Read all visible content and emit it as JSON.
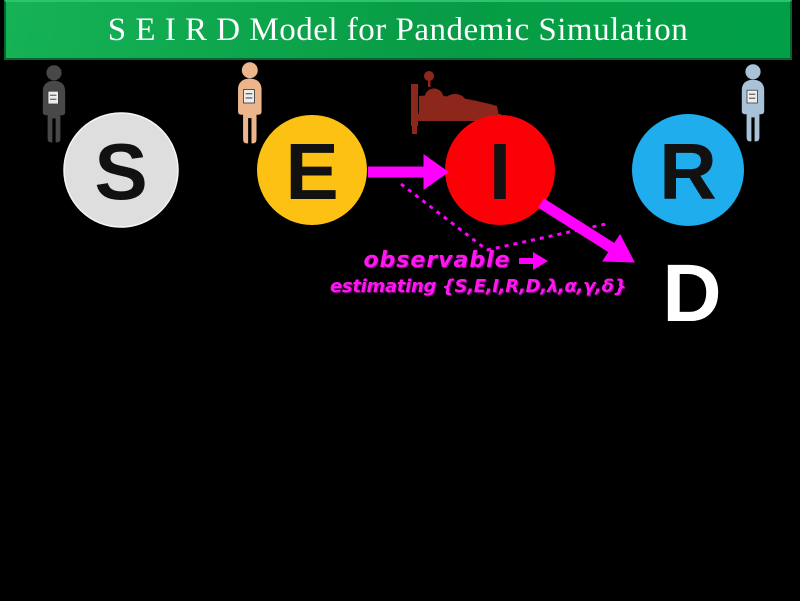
{
  "title": "S E I R D Model for Pandemic Simulation",
  "colors": {
    "background": "#000000",
    "banner_gradient_left": "#16b257",
    "banner_gradient_right": "#01a046",
    "banner_border": "#07642e",
    "title_text": "#ffffff",
    "accent_magenta": "#ff00ff",
    "node_letter": "#111111"
  },
  "nodes": [
    {
      "id": "S",
      "label": "S",
      "fill": "#dedede",
      "label_color": "#111111"
    },
    {
      "id": "E",
      "label": "E",
      "fill": "#fdc113",
      "label_color": "#111111"
    },
    {
      "id": "I",
      "label": "I",
      "fill": "#fb0107",
      "label_color": "#111111"
    },
    {
      "id": "R",
      "label": "R",
      "fill": "#1fadee",
      "label_color": "#111111"
    },
    {
      "id": "D",
      "label": "D",
      "fill": "none",
      "label_color": "#ffffff"
    }
  ],
  "icons": [
    {
      "name": "susceptible-person-icon",
      "color": "#484848"
    },
    {
      "name": "exposed-person-icon",
      "color": "#ecb58c"
    },
    {
      "name": "infected-patient-bed-icon",
      "color": "#8e271b"
    },
    {
      "name": "recovered-person-icon",
      "color": "#a9c2d8"
    }
  ],
  "annotations": {
    "observable_label": "observable",
    "estimating_label": "estimating {S,E,I,R,D,λ,α,γ,δ}"
  }
}
